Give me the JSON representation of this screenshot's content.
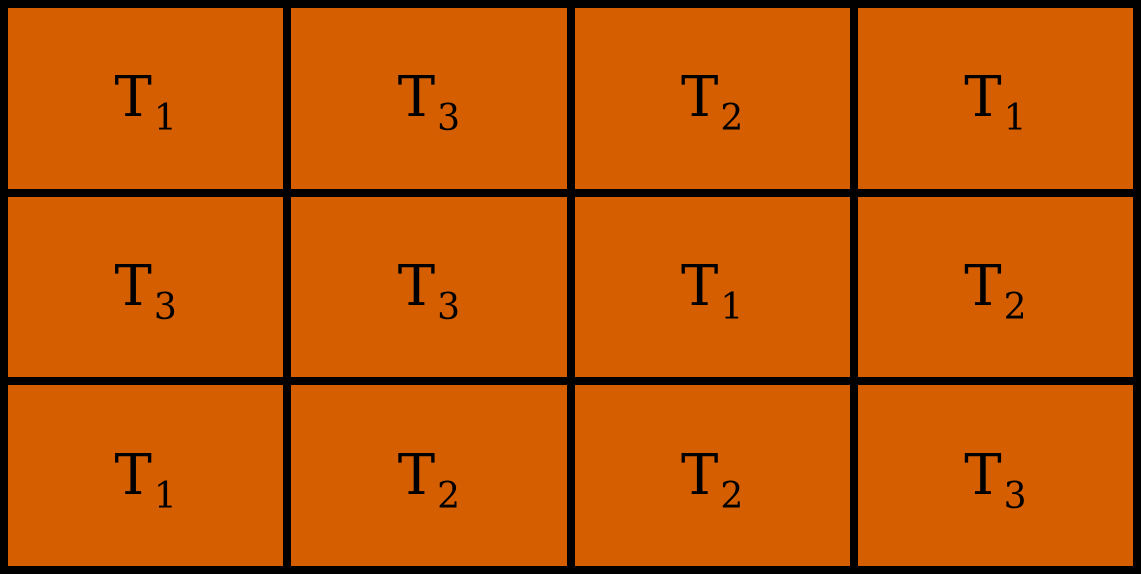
{
  "colors": {
    "cell_fill": "#d55e00",
    "grid_lines": "#000000",
    "text": "#000000"
  },
  "grid": {
    "rows": [
      [
        {
          "letter": "T",
          "index": "1"
        },
        {
          "letter": "T",
          "index": "3"
        },
        {
          "letter": "T",
          "index": "2"
        },
        {
          "letter": "T",
          "index": "1"
        }
      ],
      [
        {
          "letter": "T",
          "index": "3"
        },
        {
          "letter": "T",
          "index": "3"
        },
        {
          "letter": "T",
          "index": "1"
        },
        {
          "letter": "T",
          "index": "2"
        }
      ],
      [
        {
          "letter": "T",
          "index": "1"
        },
        {
          "letter": "T",
          "index": "2"
        },
        {
          "letter": "T",
          "index": "2"
        },
        {
          "letter": "T",
          "index": "3"
        }
      ]
    ]
  }
}
